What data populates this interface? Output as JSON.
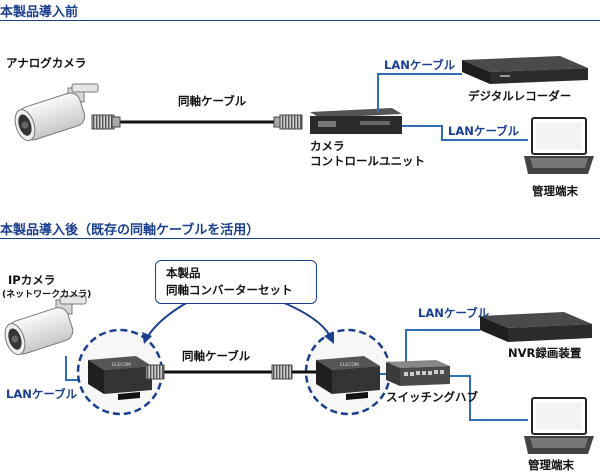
{
  "before": {
    "title": "本製品導入前",
    "camera_label": "アナログカメラ",
    "coax_label": "同軸ケーブル",
    "lan_label_1": "LANケーブル",
    "lan_label_2": "LANケーブル",
    "recorder_label": "デジタルレコーダー",
    "ccu_label_1": "カメラ",
    "ccu_label_2": "コントロールユニット",
    "pc_label": "管理端末"
  },
  "after": {
    "title": "本製品導入後（既存の同軸ケーブルを活用）",
    "camera_label": "IPカメラ",
    "camera_sublabel": "(ネットワークカメラ)",
    "callout_line1": "本製品",
    "callout_line2": "同軸コンバーターセット",
    "coax_label": "同軸ケーブル",
    "lan_label_left": "LANケーブル",
    "lan_label_right": "LANケーブル",
    "nvr_label": "NVR録画装置",
    "switch_label": "スイッチングハブ",
    "pc_label": "管理端末",
    "brand_text": "ELECOM"
  },
  "colors": {
    "accent": "#1b3f8f",
    "lan_line": "#2f6fb5",
    "device": "#222222"
  }
}
